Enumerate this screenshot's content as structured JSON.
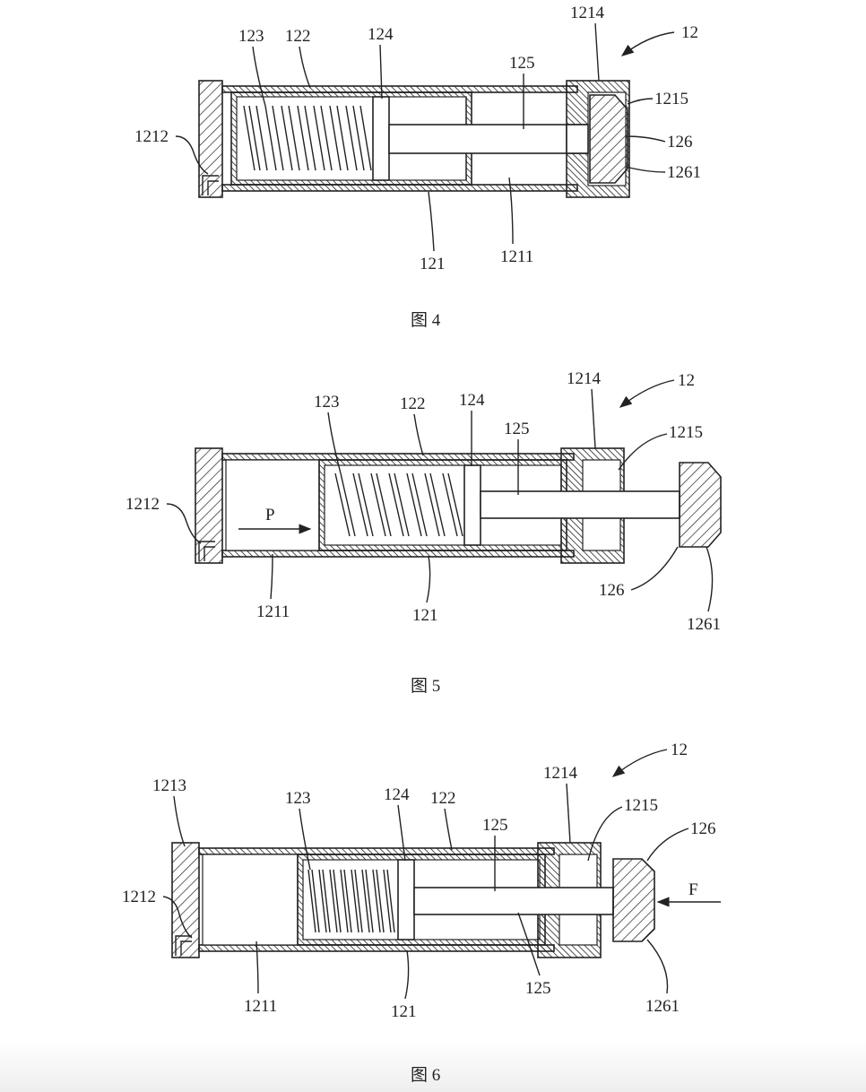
{
  "figures": [
    {
      "caption": "图 4",
      "labels": {
        "assembly": "12",
        "outer_tube": "121",
        "front_chamber": "1211",
        "valve": "1212",
        "end_sleeve": "1214",
        "sleeve_cavity": "1215",
        "inner_tube": "122",
        "spring": "123",
        "piston": "124",
        "rod": "125",
        "head": "126",
        "head_chamfer": "1261"
      }
    },
    {
      "caption": "图 5",
      "labels": {
        "assembly": "12",
        "outer_tube": "121",
        "front_chamber": "1211",
        "valve": "1212",
        "end_sleeve": "1214",
        "sleeve_cavity": "1215",
        "inner_tube": "122",
        "spring": "123",
        "piston": "124",
        "rod": "125",
        "head": "126",
        "head_chamfer": "1261",
        "pressure": "P"
      }
    },
    {
      "caption": "图 6",
      "labels": {
        "assembly": "12",
        "outer_tube": "121",
        "front_chamber": "1211",
        "valve": "1212",
        "end_cap": "1213",
        "end_sleeve": "1214",
        "sleeve_cavity": "1215",
        "inner_tube": "122",
        "spring": "123",
        "piston": "124",
        "rod": "125",
        "rod_lower": "125",
        "head": "126",
        "head_chamfer": "1261",
        "force": "F"
      }
    }
  ]
}
